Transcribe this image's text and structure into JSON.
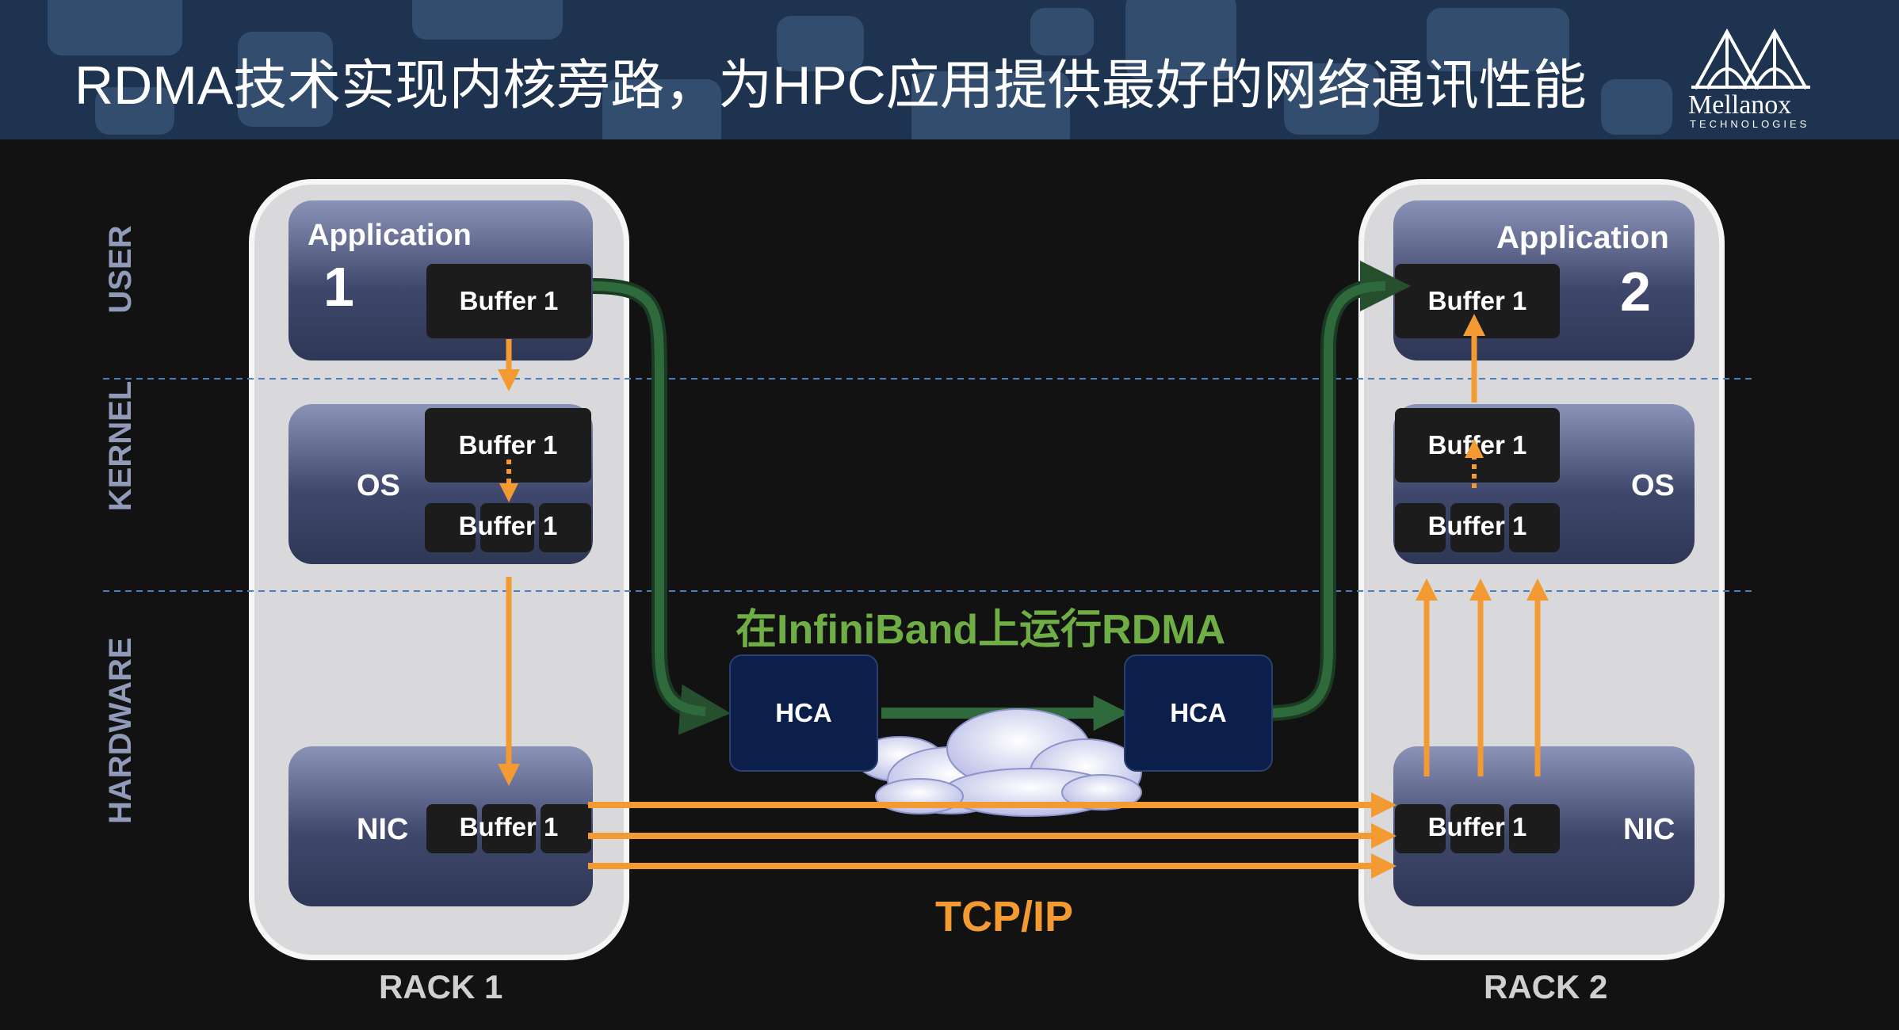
{
  "title": "RDMA技术实现内核旁路，为HPC应用提供最好的网络通讯性能",
  "logo": {
    "brand": "Mellanox",
    "sub": "TECHNOLOGIES"
  },
  "layers": {
    "user": "USER",
    "kernel": "KERNEL",
    "hardware": "HARDWARE"
  },
  "rack1": {
    "app_label": "Application",
    "app_number": "1",
    "app_buffer": "Buffer 1",
    "os_label": "OS",
    "os_buffer_top": "Buffer 1",
    "os_buffer_bottom": "Buffer 1",
    "nic_label": "NIC",
    "nic_buffer": "Buffer 1",
    "rack_label": "RACK 1"
  },
  "rack2": {
    "app_label": "Application",
    "app_number": "2",
    "app_buffer": "Buffer 1",
    "os_label": "OS",
    "os_buffer_top": "Buffer 1",
    "os_buffer_bottom": "Buffer 1",
    "nic_label": "NIC",
    "nic_buffer": "Buffer 1",
    "rack_label": "RACK 2"
  },
  "hca_left": "HCA",
  "hca_right": "HCA",
  "rdma_label": "在InfiniBand上运行RDMA",
  "tcp_label": "TCP/IP",
  "colors": {
    "header_bg": "#1d3350",
    "rdma_green": "#2f6a3c",
    "rdma_label": "#6fae45",
    "tcp_orange": "#f39a33",
    "hca_blue": "#0c1e4a"
  }
}
